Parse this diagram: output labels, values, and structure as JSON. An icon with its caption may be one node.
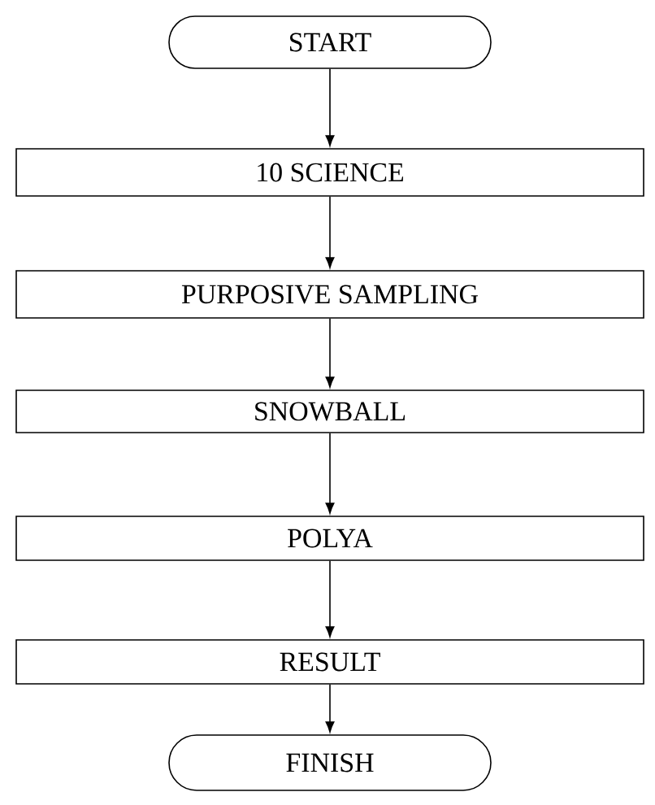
{
  "diagram": {
    "nodes": [
      {
        "text": [
          "START"
        ]
      },
      {
        "text": [
          "10 SCIENCE"
        ]
      },
      {
        "text": [
          "PURPOSIVE SAMPLING"
        ]
      },
      {
        "text": [
          "SNOWBALL"
        ]
      },
      {
        "text": [
          "POLYA"
        ]
      },
      {
        "text": [
          "RESULT"
        ]
      },
      {
        "text": [
          "FINISH"
        ]
      }
    ],
    "edges": [
      {
        "from": 0,
        "to": 1,
        "arrow": "to"
      },
      {
        "from": 1,
        "to": 2,
        "arrow": "to"
      },
      {
        "from": 2,
        "to": 3,
        "arrow": "to"
      },
      {
        "from": 3,
        "to": 4,
        "arrow": "to"
      },
      {
        "from": 4,
        "to": 5,
        "arrow": "to"
      },
      {
        "from": 5,
        "to": 6,
        "arrow": "to"
      }
    ]
  }
}
